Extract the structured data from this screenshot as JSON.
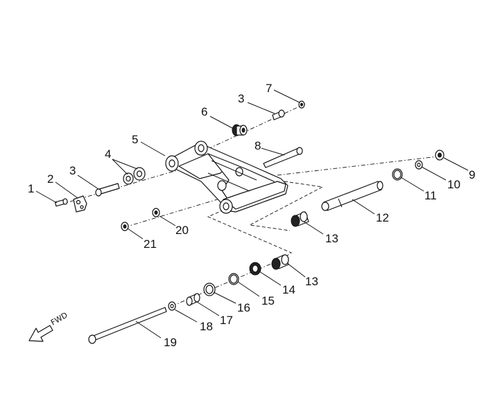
{
  "callouts": [
    {
      "id": "c1",
      "label": "1"
    },
    {
      "id": "c2",
      "label": "2"
    },
    {
      "id": "c3a",
      "label": "3"
    },
    {
      "id": "c3b",
      "label": "3"
    },
    {
      "id": "c4",
      "label": "4"
    },
    {
      "id": "c5",
      "label": "5"
    },
    {
      "id": "c6",
      "label": "6"
    },
    {
      "id": "c7",
      "label": "7"
    },
    {
      "id": "c8",
      "label": "8"
    },
    {
      "id": "c9",
      "label": "9"
    },
    {
      "id": "c10",
      "label": "10"
    },
    {
      "id": "c11",
      "label": "11"
    },
    {
      "id": "c12",
      "label": "12"
    },
    {
      "id": "c13a",
      "label": "13"
    },
    {
      "id": "c13b",
      "label": "13"
    },
    {
      "id": "c14",
      "label": "14"
    },
    {
      "id": "c15",
      "label": "15"
    },
    {
      "id": "c16",
      "label": "16"
    },
    {
      "id": "c17",
      "label": "17"
    },
    {
      "id": "c18",
      "label": "18"
    },
    {
      "id": "c19",
      "label": "19"
    },
    {
      "id": "c20",
      "label": "20"
    },
    {
      "id": "c21",
      "label": "21"
    }
  ],
  "direction": {
    "label": "FWD"
  }
}
